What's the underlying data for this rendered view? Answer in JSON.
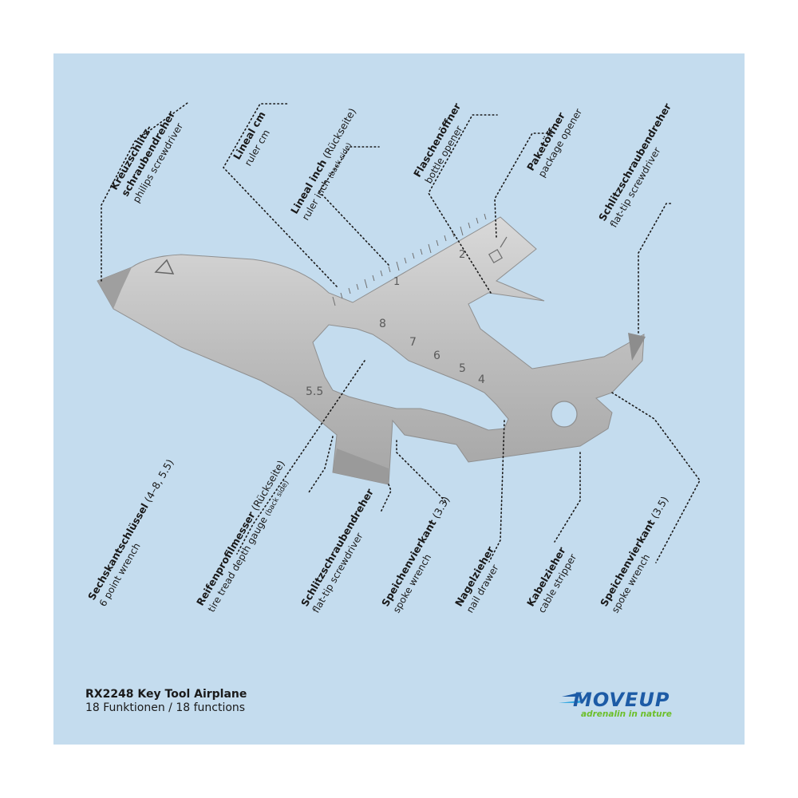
{
  "product": {
    "title": "RX2248 Key Tool Airplane",
    "subtitle": "18 Funktionen / 18 functions"
  },
  "brand": {
    "name": "MOVEUP",
    "name_part1": "MOVE",
    "name_part2": "UP",
    "slogan": "adrenalin in nature",
    "color_dark": "#1d5ba6",
    "color_light": "#37a9e1",
    "color_slogan": "#6cbf2a"
  },
  "colors": {
    "background": "#c4dcee",
    "metal": "#b9b9b9",
    "leader": "#1a1a1a"
  },
  "tool_engravings": {
    "ruler_cm": [
      "1",
      "2"
    ],
    "wrench_sizes": [
      "8",
      "7",
      "6",
      "5",
      "4",
      "5.5"
    ]
  },
  "labels_top": [
    {
      "id": "kreuz",
      "de": "Kreuzschlitz-",
      "de2": "schraubendreher",
      "en": "philips screwdriver"
    },
    {
      "id": "lineal-cm",
      "de": "Lineal cm",
      "en": "ruler cm"
    },
    {
      "id": "lineal-inch",
      "de": "Lineal inch",
      "de_sub": "(Rückseite)",
      "en": "ruler inch",
      "en_sub": "(back side)"
    },
    {
      "id": "flaschen",
      "de": "Flaschenöffner",
      "en": "bottle opener"
    },
    {
      "id": "paket",
      "de": "Paketöffner",
      "en": "package opener"
    },
    {
      "id": "schlitz-top",
      "de": "Schlitzschraubendreher",
      "en": "flat-tip screwdriver"
    }
  ],
  "labels_bottom": [
    {
      "id": "sechskant",
      "de": "Sechskantschlüssel",
      "de_sub": "(4–8, 5.5)",
      "en": "6 point wrench"
    },
    {
      "id": "reifen",
      "de": "Reifenprofilmesser",
      "de_sub": "(Rückseite)",
      "en": "tire tread depth gauge",
      "en_sub": "(back side)"
    },
    {
      "id": "schlitz-bottom",
      "de": "Schlitzschraubendreher",
      "en": "flat-tip screwdriver"
    },
    {
      "id": "speichen-33",
      "de": "Speichenvierkant",
      "de_sub": "(3.3)",
      "en": "spoke wrench"
    },
    {
      "id": "nagel",
      "de": "Nagelzieher",
      "en": "nail drawer"
    },
    {
      "id": "kabel",
      "de": "Kabelzieher",
      "en": "cable stripper"
    },
    {
      "id": "speichen-35",
      "de": "Speichenvierkant",
      "de_sub": "(3.5)",
      "en": "spoke wrench"
    }
  ]
}
